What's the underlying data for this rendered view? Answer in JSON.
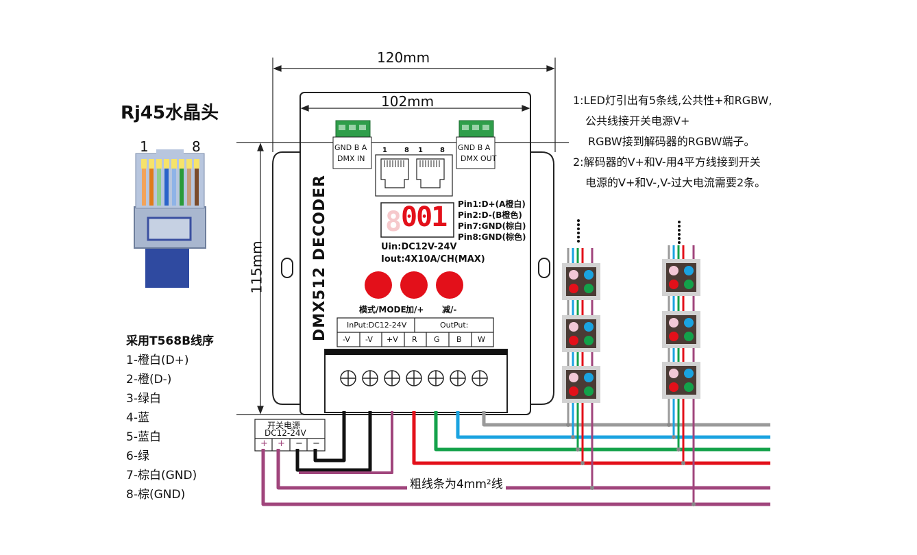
{
  "dimensions": {
    "width_outer": "120mm",
    "width_inner": "102mm",
    "height": "115mm"
  },
  "rj45": {
    "title": "Rj45水晶头",
    "pin_left": "1",
    "pin_right": "8"
  },
  "wiring_sequence": {
    "title": "采用T568B线序",
    "items": [
      "1-橙白(D+)",
      "2-橙(D-)",
      "3-绿白",
      "4-蓝",
      "5-蓝白",
      "6-绿",
      "7-棕白(GND)",
      "8-棕(GND)"
    ]
  },
  "notes": [
    "1:LED灯引出有5条线,公共性+和RGBW,",
    "公共线接开关电源V+",
    "RGBW接到解码器的RGBW端子。",
    "2:解码器的V+和V-用4平方线接到开关",
    "电源的V+和V-,V-过大电流需要2条。"
  ],
  "decoder": {
    "name": "DMX512 DECODER",
    "dmx_in_label_1": "GND B  A",
    "dmx_in_label_2": "DMX IN",
    "dmx_out_label_1": "GND B  A",
    "dmx_out_label_2": "DMX OUT",
    "rj_pin_1": "1",
    "rj_pin_8": "8",
    "display_value": "001",
    "pins": [
      "Pin1:D+(A橙白)",
      "Pin2:D-(B橙色)",
      "Pin7:GND(棕白)",
      "Pin8:GND(棕色)"
    ],
    "uin": "Uin:DC12V-24V",
    "iout": "Iout:4X10A/CH(MAX)",
    "buttons": [
      "模式/MODE",
      "加/+",
      "减/-"
    ],
    "input_header": "InPut:DC12-24V",
    "output_header": "OutPut:",
    "terminals": [
      "-V",
      "-V",
      "+V",
      "R",
      "G",
      "B",
      "W"
    ]
  },
  "power_supply": {
    "label_1": "开关电源",
    "label_2": "DC12-24V",
    "terminals": [
      "+",
      "+",
      "−",
      "−"
    ]
  },
  "cable_note": "粗线条为4mm²线",
  "colors": {
    "red": "#e3101a",
    "green": "#13a14a",
    "blue": "#1aa3e0",
    "gray": "#9a9a9a",
    "purple": "#a0457c",
    "black": "#111111"
  }
}
